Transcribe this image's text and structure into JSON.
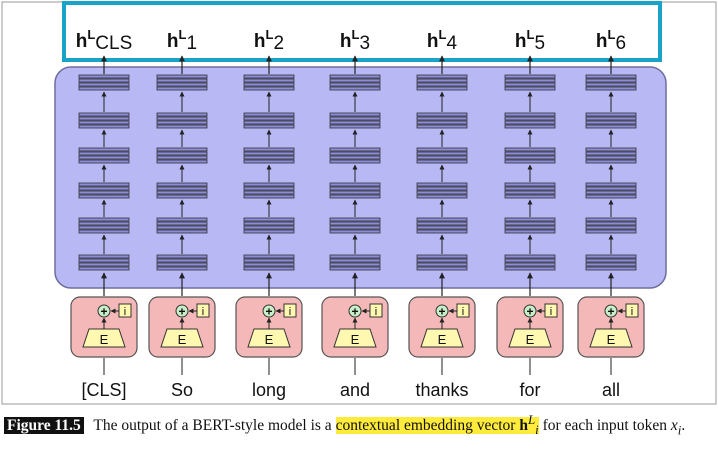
{
  "outputs": [
    {
      "base": "h",
      "sup": "L",
      "sub": "CLS"
    },
    {
      "base": "h",
      "sup": "L",
      "sub": "1"
    },
    {
      "base": "h",
      "sup": "L",
      "sub": "2"
    },
    {
      "base": "h",
      "sup": "L",
      "sub": "3"
    },
    {
      "base": "h",
      "sup": "L",
      "sub": "4"
    },
    {
      "base": "h",
      "sup": "L",
      "sub": "5"
    },
    {
      "base": "h",
      "sup": "L",
      "sub": "6"
    }
  ],
  "tokens": [
    "[CLS]",
    "So",
    "long",
    "and",
    "thanks",
    "for",
    "all"
  ],
  "input_block": {
    "embed_label": "E",
    "pos_label": "i",
    "plus_symbol": "+"
  },
  "caption": {
    "figure_label": "Figure 11.5",
    "text_before": "The output of a BERT-style model is a ",
    "highlight": "contextual embedding vector ",
    "vec_base": "h",
    "vec_sup": "L",
    "vec_sub": "i",
    "text_mid": " for each input token ",
    "token_base": "x",
    "token_sub": "i",
    "text_end": "."
  },
  "colors": {
    "output_box": "#1aa3c8",
    "stack_panel": "#b8b8f5",
    "stack_border": "#6e6e9e",
    "input_box": "#f4b8b8",
    "embed_fill": "#fff8b0",
    "plus_fill": "#c8f0c8",
    "highlight": "#ffeb3b"
  }
}
